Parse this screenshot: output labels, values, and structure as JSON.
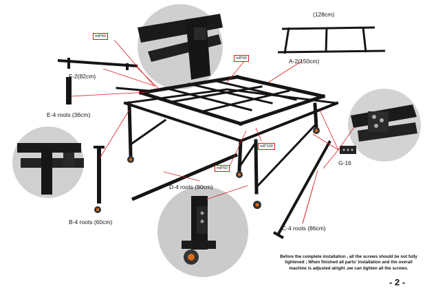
{
  "labels": {
    "top_dim": "(128cm)",
    "a2": "A-2(150cm)",
    "f2": "F-2(82cm)",
    "e4": "E-4 roots (36cm)",
    "d4": "D-4 roots (90cm)",
    "b4": "B-4 roots (60cm)",
    "c4": "C-4 roots (86cm)",
    "g16": "G-16"
  },
  "screw_tags": {
    "t1": "m8*60",
    "t2": "m8*60",
    "t3": "m8*100",
    "t4": "m8*60"
  },
  "note": "Before the complete installation , all the screws should be not fully tightened ; When finished all parts' installation and the overall machine is adjusted alright ,we can tighten all the screws.",
  "page_number": "- 2 -",
  "colors": {
    "frame": "#151515",
    "callout_line": "#d61a1a",
    "detail_bg": "#cfcfcf"
  }
}
